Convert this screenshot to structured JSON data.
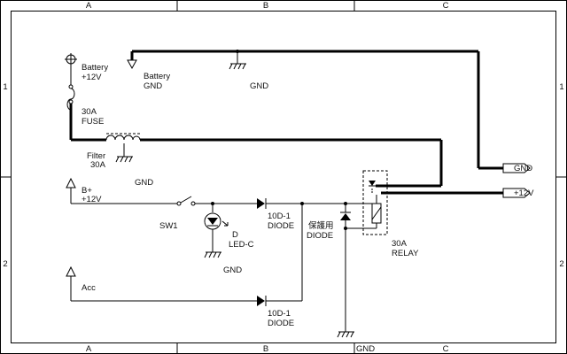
{
  "frame": {
    "col_labels": [
      "A",
      "B",
      "C"
    ],
    "row_labels": [
      "1",
      "2"
    ]
  },
  "labels": {
    "battery_plus_line1": "Battery",
    "battery_plus_line2": "+12V",
    "fuse_line1": "30A",
    "fuse_line2": "FUSE",
    "battery_gnd_line1": "Battery",
    "battery_gnd_line2": "GND",
    "gnd_top": "GND",
    "filter_line1": "Filter",
    "filter_line2": "30A",
    "gnd_filter": "GND",
    "bplus_line1": "B+",
    "bplus_line2": "+12V",
    "sw1": "SW1",
    "led_line1": "D",
    "led_line2": "LED-C",
    "gnd_led": "GND",
    "diode1_line1": "10D-1",
    "diode1_line2": "DIODE",
    "protect_line1": "保護用",
    "protect_line2": "DIODE",
    "relay_line1": "30A",
    "relay_line2": "RELAY",
    "acc": "Acc",
    "diode2_line1": "10D-1",
    "diode2_line2": "DIODE",
    "gnd_bottom": "GND"
  },
  "ports": {
    "gnd": "GND",
    "plus12": "+12V"
  }
}
